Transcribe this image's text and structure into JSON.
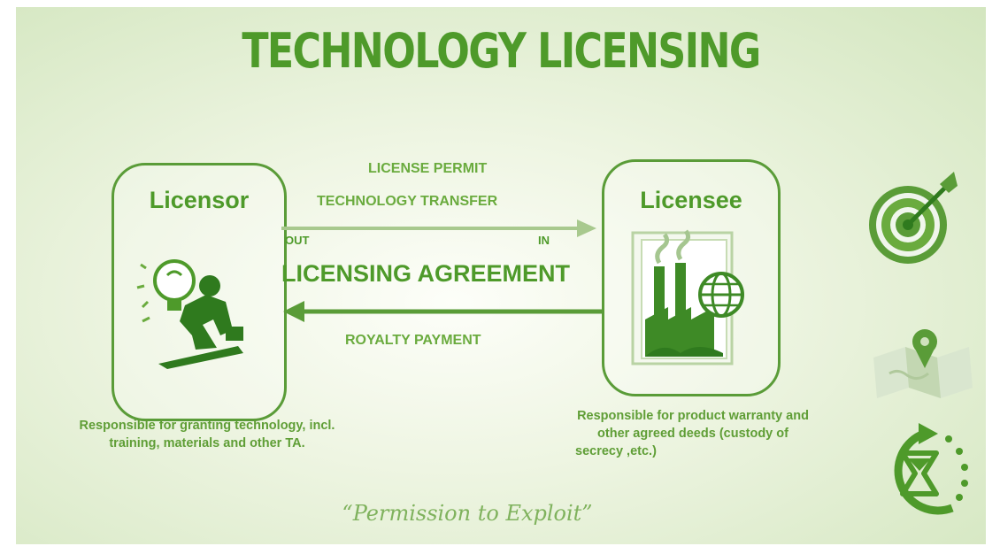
{
  "title": "TECHNOLOGY LICENSING",
  "licensor": {
    "label": "Licensor",
    "description": [
      "Responsible for granting technology, incl.",
      "training, materials and other TA."
    ]
  },
  "licensee": {
    "label": "Licensee",
    "description": [
      "Responsible for product warranty and",
      "other agreed deeds (custody of",
      "secrecy ,etc.)"
    ]
  },
  "flow": {
    "top_line1": "LICENSE PERMIT",
    "top_line2": "TECHNOLOGY TRANSFER",
    "out_label": "OUT",
    "in_label": "IN",
    "agreement": "LICENSING AGREEMENT",
    "bottom_label": "ROYALTY PAYMENT"
  },
  "quote": "“Permission to Exploit”",
  "icons": [
    "lightbulb-pusher-icon",
    "factory-globe-icon",
    "target-arrow-icon",
    "map-pin-icon",
    "hourglass-refresh-icon"
  ],
  "colors": {
    "primary": "#4e9a2a",
    "light": "#6aab3e",
    "background": "#e6f0d8"
  }
}
